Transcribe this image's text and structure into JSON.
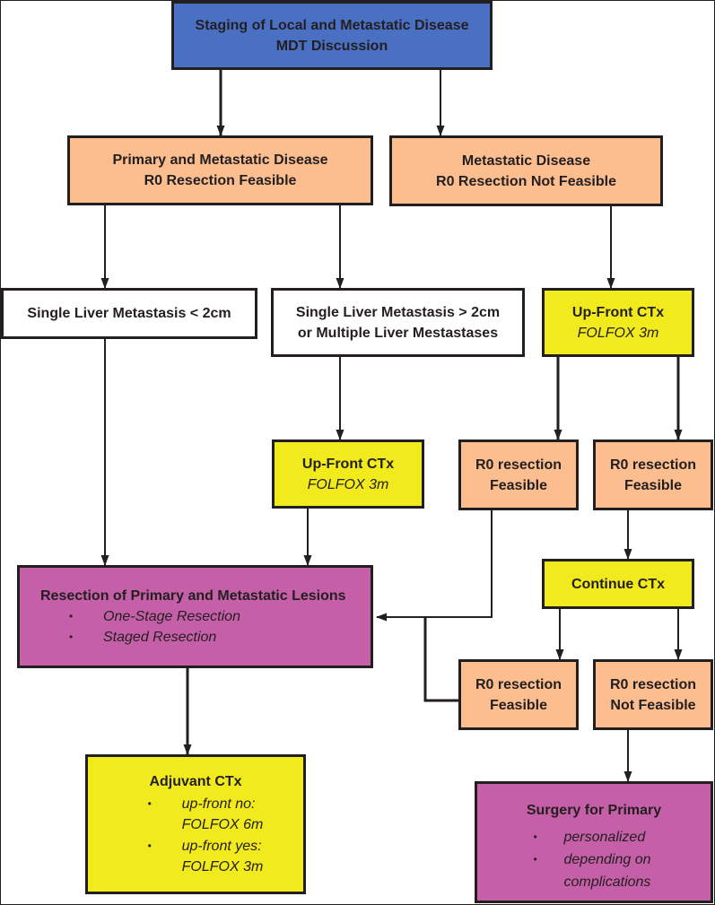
{
  "top": {
    "line1": "Staging of Local and Metastatic Disease",
    "line2": "MDT Discussion"
  },
  "feasible": {
    "line1": "Primary and Metastatic Disease",
    "line2": "R0 Resection Feasible"
  },
  "not_feasible": {
    "line1": "Metastatic Disease",
    "line2": "R0 Resection Not Feasible"
  },
  "single_small": {
    "line1": "Single Liver Metastasis < 2cm"
  },
  "single_large": {
    "line1": "Single Liver Metastasis > 2cm",
    "line2": "or Multiple Liver Mestastases"
  },
  "ctx_mid": {
    "line1": "Up-Front CTx",
    "line2": "FOLFOX 3m"
  },
  "ctx_right": {
    "line1": "Up-Front CTx",
    "line2": "FOLFOX 3m"
  },
  "r0_a": {
    "line1": "R0 resection",
    "line2": "Feasible"
  },
  "r0_b": {
    "line1": "R0 resection",
    "line2": "Feasible"
  },
  "continue": {
    "line1": "Continue CTx"
  },
  "r0_c": {
    "line1": "R0 resection",
    "line2": "Feasible"
  },
  "r0_d": {
    "line1": "R0 resection",
    "line2": "Not Feasible"
  },
  "resection": {
    "title": "Resection of Primary and Metastatic Lesions",
    "items": [
      "One-Stage Resection",
      "Staged Resection"
    ]
  },
  "adjuvant": {
    "title": "Adjuvant CTx",
    "items": [
      {
        "a": "up-front no:",
        "b": "FOLFOX 6m"
      },
      {
        "a": "up-front yes:",
        "b": "FOLFOX 3m"
      }
    ]
  },
  "surgery": {
    "title": "Surgery for Primary",
    "items": [
      {
        "a": "personalized"
      },
      {
        "a": "depending on",
        "b": "complications"
      }
    ]
  },
  "colors": {
    "blue": "#4a70c4",
    "peach": "#fcbd8f",
    "yellow": "#f1ea1c",
    "purple": "#c55fa8",
    "white": "#ffffff",
    "line": "#231f20"
  }
}
